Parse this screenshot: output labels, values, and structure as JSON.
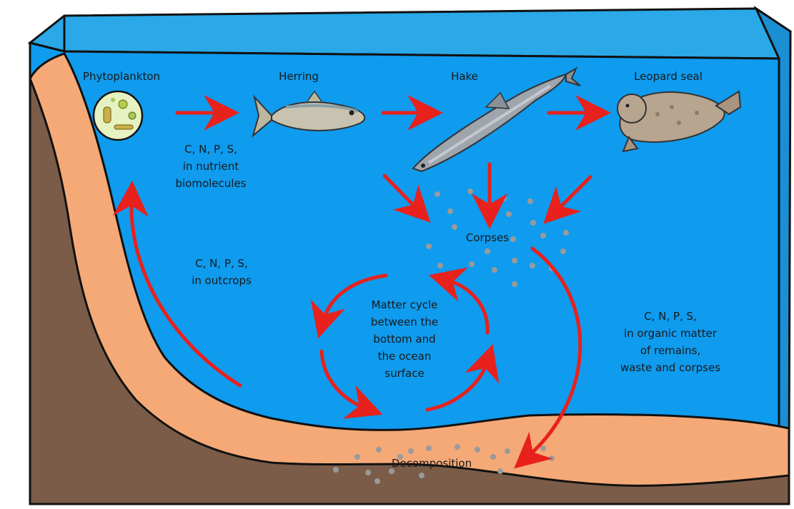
{
  "organisms": {
    "phytoplankton": "Phytoplankton",
    "herring": "Herring",
    "hake": "Hake",
    "leopard_seal": "Leopard seal"
  },
  "labels": {
    "nutrient_line1": "C, N, P, S,",
    "nutrient_line2": "in nutrient",
    "nutrient_line3": "biomolecules",
    "outcrops_line1": "C, N, P, S,",
    "outcrops_line2": "in outcrops",
    "corpses": "Corpses",
    "cycle_line1": "Matter cycle",
    "cycle_line2": "between the",
    "cycle_line3": "bottom and",
    "cycle_line4": "the ocean",
    "cycle_line5": "surface",
    "organic_line1": "C, N, P, S,",
    "organic_line2": "in organic matter",
    "organic_line3": "of remains,",
    "organic_line4": "waste and corpses",
    "decomposition": "Decomposition"
  },
  "colors": {
    "water_top": "#2aa8e8",
    "water": "#0f9bee",
    "sediment": "#f4a977",
    "rock": "#7b5c48",
    "arrow": "#e8211c",
    "particles": "#9a9a9a"
  }
}
